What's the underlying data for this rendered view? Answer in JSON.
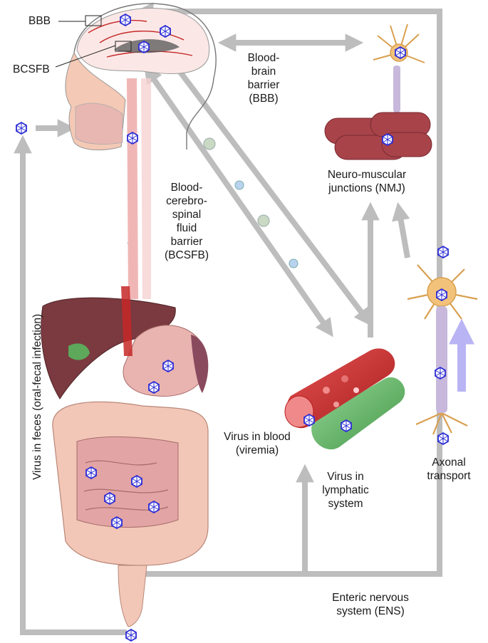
{
  "labels": {
    "bbb": "BBB",
    "bcsfb": "BCSFB",
    "blood_brain_barrier": [
      "Blood-",
      "brain",
      "barrier",
      "(BBB)"
    ],
    "bcsf_barrier": [
      "Blood-",
      "cerebro-",
      "spinal",
      "fluid",
      "barrier",
      "(BCSFB)"
    ],
    "nmj": [
      "Neuro-muscular",
      "junctions (NMJ)"
    ],
    "virus_blood": [
      "Virus in blood",
      "(viremia)"
    ],
    "virus_lymph": [
      "Virus in",
      "lymphatic",
      "system"
    ],
    "axonal": [
      "Axonal",
      "transport"
    ],
    "ens": [
      "Enteric nervous",
      "system (ENS)"
    ],
    "feces": "Virus in feces (oral-fecal infection)"
  },
  "colors": {
    "arrow": "#bdbdbd",
    "virus": "#2b2bd6",
    "vessel_red": "#c62828",
    "vessel_green": "#43a047",
    "muscle": "#a8434a",
    "organ_pink": "#e9b4b0",
    "liver": "#7a3a3f",
    "neuron": "#f2c27a",
    "axon_arrow": "#b9b4f3"
  }
}
